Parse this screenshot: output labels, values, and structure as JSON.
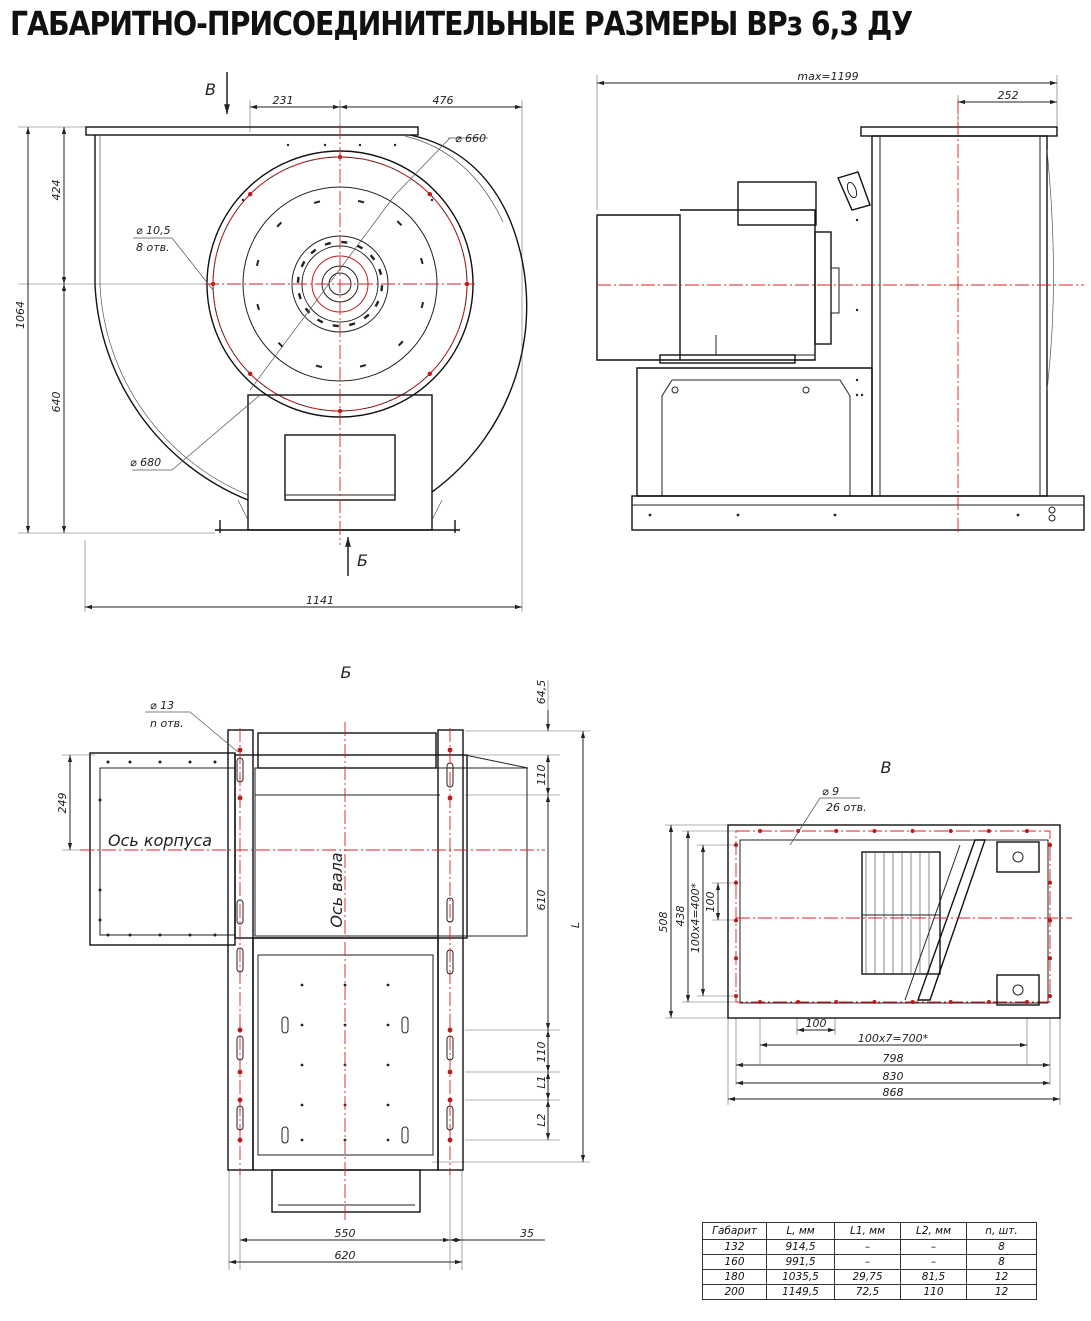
{
  "title": "ГАБАРИТНО-ПРИСОЕДИНИТЕЛЬНЫЕ РАЗМЕРЫ ВРз 6,3 ДУ",
  "view_front": {
    "arrow_top": "В",
    "arrow_bottom": "Б",
    "dims": {
      "d231": "231",
      "d476": "476",
      "d424": "424",
      "d640": "640",
      "d1064": "1064",
      "d1141": "1141",
      "d660": "⌀ 660",
      "d680": "⌀ 680",
      "d105": "⌀ 10,5",
      "holes8": "8 отв."
    }
  },
  "view_side": {
    "dims": {
      "max": "max=1199",
      "d252": "252"
    }
  },
  "view_b": {
    "title": "Б",
    "body_axis": "Ось корпуса",
    "shaft_axis": "Ось вала",
    "dims": {
      "d13": "⌀ 13",
      "n_holes": "n отв.",
      "d645": "64,5",
      "d249": "249",
      "d110a": "110",
      "d610": "610",
      "L": "L",
      "d110b": "110",
      "L1": "L1",
      "L2": "L2",
      "d550": "550",
      "d35": "35",
      "d620": "620"
    }
  },
  "view_v": {
    "title": "В",
    "dims": {
      "d9": "⌀ 9",
      "holes26": "26 отв.",
      "d508": "508",
      "d438": "438",
      "d400": "100x4=400*",
      "d100v": "100",
      "d100h": "100",
      "d700": "100x7=700*",
      "d798": "798",
      "d830": "830",
      "d868": "868"
    }
  },
  "table": {
    "headers": [
      "Габарит",
      "L, мм",
      "L1, мм",
      "L2, мм",
      "n, шт."
    ],
    "rows": [
      [
        "132",
        "914,5",
        "–",
        "–",
        "8"
      ],
      [
        "160",
        "991,5",
        "–",
        "–",
        "8"
      ],
      [
        "180",
        "1035,5",
        "29,75",
        "81,5",
        "12"
      ],
      [
        "200",
        "1149,5",
        "72,5",
        "110",
        "12"
      ]
    ]
  }
}
